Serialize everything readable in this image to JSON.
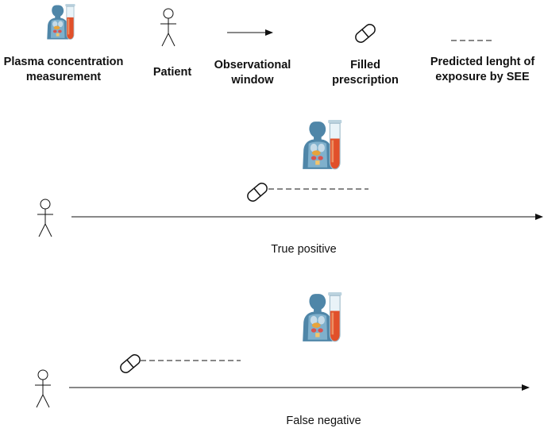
{
  "legend": {
    "plasma_label": "Plasma concentration\nmeasurement",
    "patient_label": "Patient",
    "window_label": "Observational\nwindow",
    "prescription_label": "Filled\nprescription",
    "exposure_label": "Predicted lenght of\nexposure by SEE",
    "plasma_icon": "body-with-blood-tube-icon",
    "patient_icon": "stick-figure-icon",
    "window_icon": "arrow-right-icon",
    "prescription_icon": "pill-capsule-icon",
    "exposure_icon": "dashed-line-icon"
  },
  "scenarios": [
    {
      "caption": "True positive"
    },
    {
      "caption": "False negative"
    }
  ],
  "colors": {
    "body_blue": "#4f86a8",
    "body_dark": "#2c5f7c",
    "blood_orange": "#e1502a",
    "blood_light": "#f0a070",
    "tube_glass": "#e9f3f8",
    "line": "#111111"
  }
}
